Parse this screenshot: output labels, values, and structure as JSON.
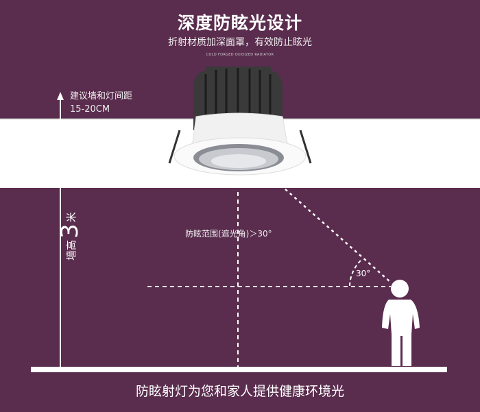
{
  "header": {
    "title": "深度防眩光设计",
    "subtitle": "折射材质加深面罩，有效防止眩光",
    "tagline": "COLD FORGED OXIDIZED RADIATOR"
  },
  "diagram": {
    "spacing_label_line1": "建议墙和灯间距",
    "spacing_label_line2": "15-20CM",
    "wall_height_prefix": "墙高",
    "wall_height_value": "3",
    "wall_height_unit": "米",
    "anti_glare_range": "防眩范围(遮光角)＞30°",
    "angle_label": "30°"
  },
  "footer": {
    "text": "防眩射灯为您和家人提供健康环境光"
  },
  "colors": {
    "background": "#5a2c4e",
    "foreground": "#ffffff"
  }
}
